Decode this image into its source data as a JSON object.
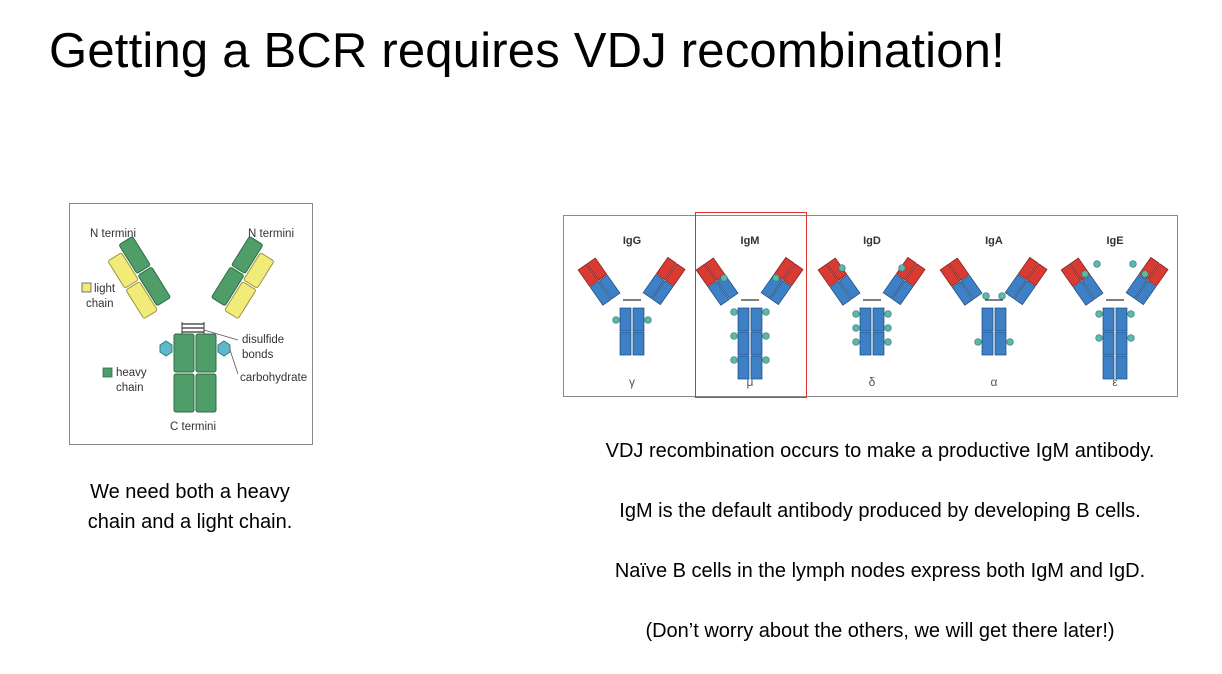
{
  "slide": {
    "title": "Getting a BCR requires VDJ recombination!"
  },
  "antibody_diagram": {
    "labels": {
      "n_termini_left": "N termini",
      "n_termini_right": "N termini",
      "light_chain_line1": "light",
      "light_chain_line2": "chain",
      "heavy_chain_line1": "heavy",
      "heavy_chain_line2": "chain",
      "disulfide_line1": "disulfide",
      "disulfide_line2": "bonds",
      "carbohydrate": "carbohydrate",
      "c_termini": "C termini"
    },
    "colors": {
      "light_chain": "#f1ec7a",
      "heavy_chain": "#4f9e6a",
      "carbohydrate": "#5fb8c8"
    }
  },
  "isotypes": {
    "items": [
      {
        "name": "IgG",
        "symbol": "γ"
      },
      {
        "name": "IgM",
        "symbol": "μ"
      },
      {
        "name": "IgD",
        "symbol": "δ"
      },
      {
        "name": "IgA",
        "symbol": "α"
      },
      {
        "name": "IgE",
        "symbol": "ε"
      }
    ],
    "highlighted": "IgM",
    "colors": {
      "variable_region": "#d93a32",
      "constant_region": "#3d80c6",
      "carbohydrate": "#5fb8a8",
      "highlight": "#e0312a"
    }
  },
  "left_caption": {
    "line1": "We need both a heavy",
    "line2": "chain and a light chain."
  },
  "right_text": {
    "line1": "VDJ recombination occurs to make a productive IgM antibody.",
    "line2": "IgM is the default antibody produced by developing B cells.",
    "line3": "Naïve B cells in the lymph nodes express both IgM and IgD.",
    "line4": "(Don’t worry about the others, we will get there later!)"
  }
}
